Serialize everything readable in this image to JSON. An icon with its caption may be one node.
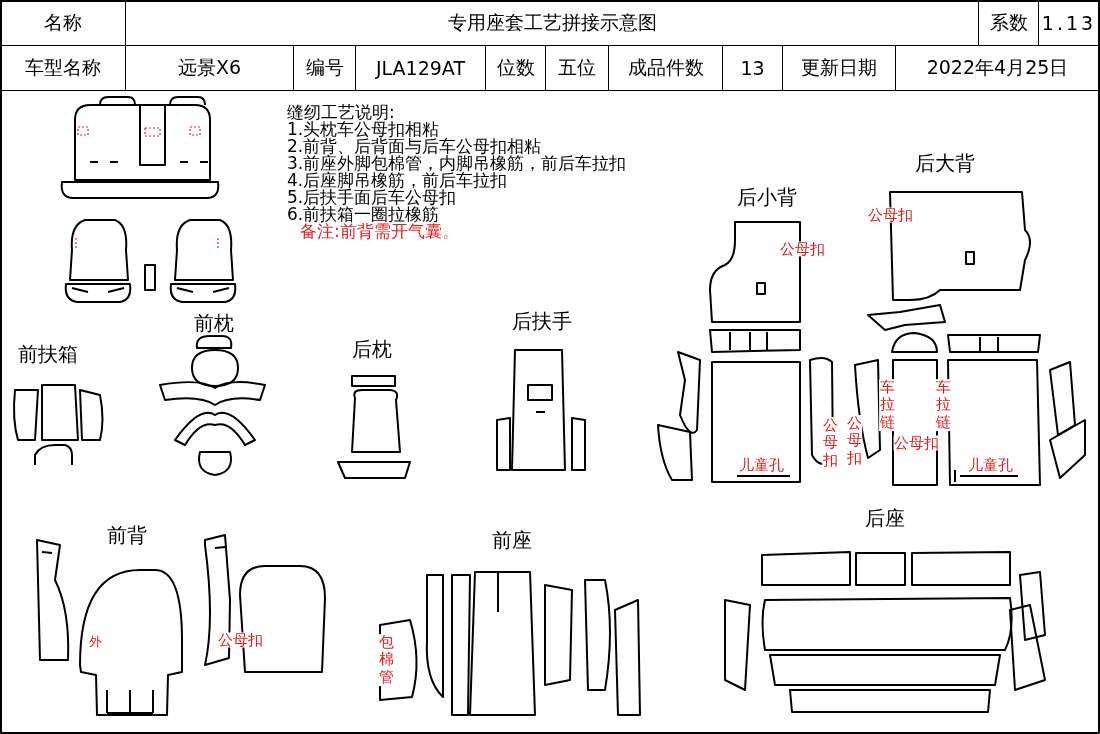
{
  "diagram": {
    "title": "专用座套工艺拼接示意图",
    "labels": [
      "名称",
      "系数",
      "1.13",
      "车型名称",
      "远景X6",
      "编号",
      "JLA129AT",
      "位数",
      "五位",
      "成品件数",
      "13",
      "更新日期",
      "2022年4月25日",
      "缝纫工艺说明:",
      "1.头枕车公母扣相粘",
      "2.前背、后背面与后车公母扣相粘",
      "3.前座外脚包棉管，内脚吊橡筋，前后车拉扣",
      "4.后座脚吊橡筋，前后车拉扣",
      "5.后扶手面后车公母扣",
      "6.前扶箱一圈拉橡筋",
      "备注:前背需开气囊。",
      "后大背",
      "后小背",
      "公母扣",
      "公母扣",
      "前枕",
      "后扶手",
      "前扶箱",
      "后枕",
      "车拉链",
      "车拉链",
      "公母扣",
      "公母扣",
      "公母扣",
      "儿童孔",
      "儿童孔",
      "后座",
      "前背",
      "前座",
      "外",
      "公母扣",
      "包棉管"
    ]
  }
}
